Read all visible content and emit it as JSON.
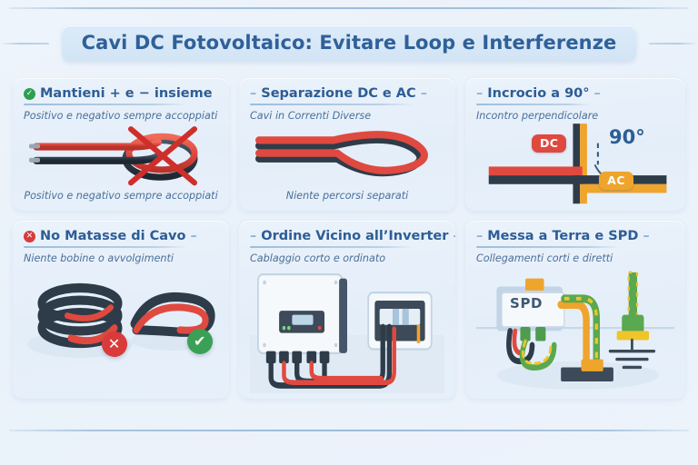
{
  "page": {
    "title": "Cavi DC Fotovoltaico: Evitare Loop e Interferenze",
    "background_color": "#eef4fb",
    "title_color": "#2f6099",
    "accent_blue": "#2d5d95",
    "ok_green": "#2e9e53",
    "bad_red": "#d93b3b",
    "ac_amber": "#efa42c",
    "dc_red": "#e0493f"
  },
  "cards": [
    {
      "id": "mantieni-insieme",
      "badge_icon": "check-circle-icon",
      "badge_type": "ok",
      "prefix_dash": "",
      "suffix_dash": "",
      "heading": "Mantieni + e − insieme",
      "subtitle": "Positivo e negativo sempre accoppiati",
      "caption": "Positivo e negativo sempre accoppiati",
      "illustration": "paired-cables-with-loop-crossed-out"
    },
    {
      "id": "separazione-dc-ac",
      "badge_icon": "",
      "badge_type": "none",
      "prefix_dash": "–",
      "suffix_dash": "–",
      "heading": "Separazione DC e AC",
      "subtitle": "Cavi in Correnti Diverse",
      "caption": "Niente percorsi separati",
      "illustration": "red-black-cable-loop"
    },
    {
      "id": "incrocio-90",
      "badge_icon": "",
      "badge_type": "none",
      "prefix_dash": "–",
      "suffix_dash": "–",
      "heading": "Incrocio a 90°",
      "subtitle": "Incontro perpendicolare",
      "caption": "",
      "illustration": "perpendicular-cable-crossing",
      "labels": {
        "dc": "DC",
        "ac": "AC",
        "angle": "90°"
      }
    },
    {
      "id": "no-matasse",
      "badge_icon": "x-circle-icon",
      "badge_type": "no",
      "prefix_dash": "",
      "suffix_dash": "–",
      "heading": "No Matasse di Cavo",
      "subtitle": "Niente bobine o avvolgimenti",
      "caption": "",
      "illustration": "coiled-vs-loose-cable",
      "verdicts": {
        "bad": "✕",
        "good": "✔"
      }
    },
    {
      "id": "ordine-inverter",
      "badge_icon": "",
      "badge_type": "none",
      "prefix_dash": "–",
      "suffix_dash": "–",
      "heading": "Ordine Vicino all’Inverter",
      "subtitle": "Cablaggio corto e ordinato",
      "caption": "",
      "illustration": "inverter-and-distribution-box"
    },
    {
      "id": "messa-a-terra-spd",
      "badge_icon": "",
      "badge_type": "none",
      "prefix_dash": "–",
      "suffix_dash": "–",
      "heading": "Messa a Terra e SPD",
      "subtitle": "Collegamenti corti e diretti",
      "caption": "",
      "illustration": "spd-box-with-earthing",
      "labels": {
        "spd": "SPD"
      }
    }
  ]
}
